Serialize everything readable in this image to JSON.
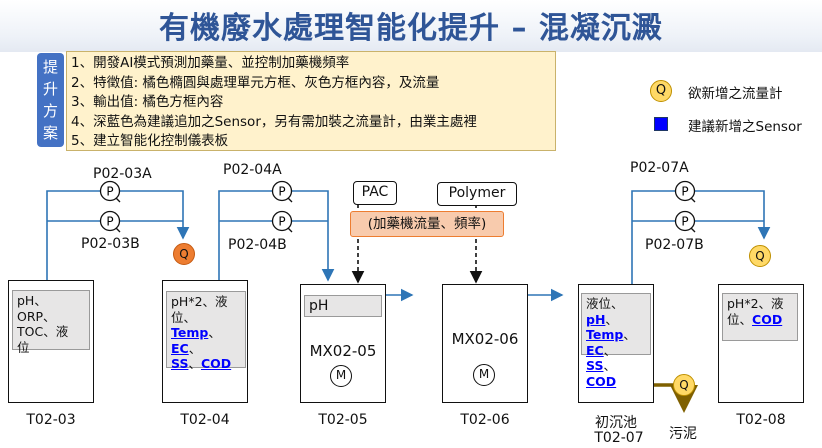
{
  "title": "有機廢水處理智能化提升 – 混凝沉澱",
  "upgrade_tag": [
    "提",
    "升",
    "方",
    "案"
  ],
  "plan_items": [
    "1、開發AI模式預測加藥量、並控制加藥機頻率",
    "2、特徵值: 橘色橢圓與處理單元方框、灰色方框內容，及流量",
    "3、輸出值: 橘色方框內容",
    "4、深藍色為建議追加之Sensor，另有需加裝之流量計，由業主處裡",
    "5、建立智能化控制儀表板"
  ],
  "legend": {
    "flowmeter_symbol": "Q",
    "flowmeter_text": "欲新增之流量計",
    "sensor_text": "建議新增之Sensor"
  },
  "pumps": {
    "p0203a": "P02-03A",
    "p0203b": "P02-03B",
    "p0204a": "P02-04A",
    "p0204b": "P02-04B",
    "p0207a": "P02-07A",
    "p0207b": "P02-07B",
    "symbol": "P"
  },
  "chemicals": {
    "pac": "PAC",
    "polymer": "Polymer",
    "dosing": "(加藥機流量、頻率)"
  },
  "tanks": {
    "t0203": {
      "label": "T02-03",
      "panel_lines": [
        "pH、ORP、",
        "TOC、液",
        "位"
      ]
    },
    "t0204": {
      "label": "T02-04",
      "panel_lines": [
        "pH*2、液",
        "位、"
      ],
      "sensors": [
        "Temp",
        "EC",
        "SS",
        "COD"
      ]
    },
    "t0205": {
      "label": "T02-05",
      "panel": "pH",
      "name": "MX02-05",
      "mixer": "M"
    },
    "t0206": {
      "label": "T02-06",
      "name": "MX02-06",
      "mixer": "M"
    },
    "t0207": {
      "label_top": "初沉池",
      "label": "T02-07",
      "panel_prefix": "液位、",
      "sensors": [
        "pH",
        "Temp",
        "EC",
        "SS",
        "COD"
      ]
    },
    "t0208": {
      "label": "T02-08",
      "panel_line1": "pH*2、液",
      "panel_prefix": "位、",
      "sensors": [
        "COD"
      ]
    }
  },
  "sludge_label": "污泥",
  "colors": {
    "title": "#2f5597",
    "pipe": "#2e75b6",
    "flowmeter_orange": "#ed7d31",
    "flowmeter_yellow": "#ffd966",
    "plan_box": "#fff2cc",
    "sensor_blue": "#0000ff",
    "sludge_pipe": "#7f6000"
  }
}
